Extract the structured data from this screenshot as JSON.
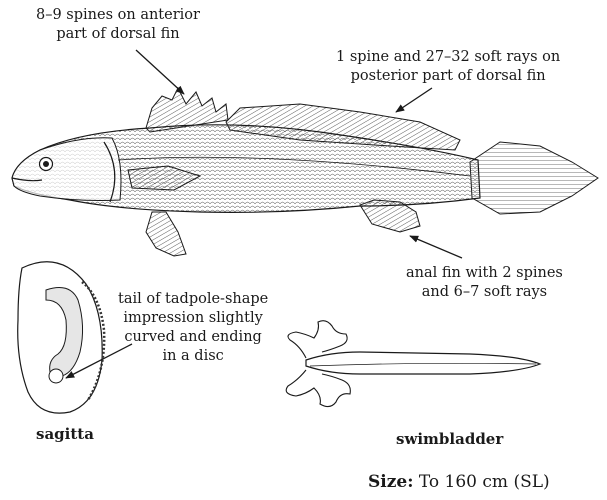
{
  "annotations": {
    "dorsal_anterior": [
      "8–9 spines on anterior",
      "part of dorsal fin"
    ],
    "dorsal_posterior": [
      "1 spine and 27–32 soft rays on",
      "posterior part of dorsal fin"
    ],
    "anal_fin": [
      "anal fin with 2 spines",
      "and 6–7 soft rays"
    ],
    "sagitta_tail": [
      "tail of tadpole-shape",
      "impression slightly",
      "curved and ending",
      "in a disc"
    ]
  },
  "captions": {
    "sagitta": "sagitta",
    "swimbladder": "swimbladder"
  },
  "size": {
    "label": "Size:",
    "value": "To 160 cm (SL)"
  },
  "colors": {
    "ink": "#1a1a1a",
    "fill": "#ffffff"
  }
}
